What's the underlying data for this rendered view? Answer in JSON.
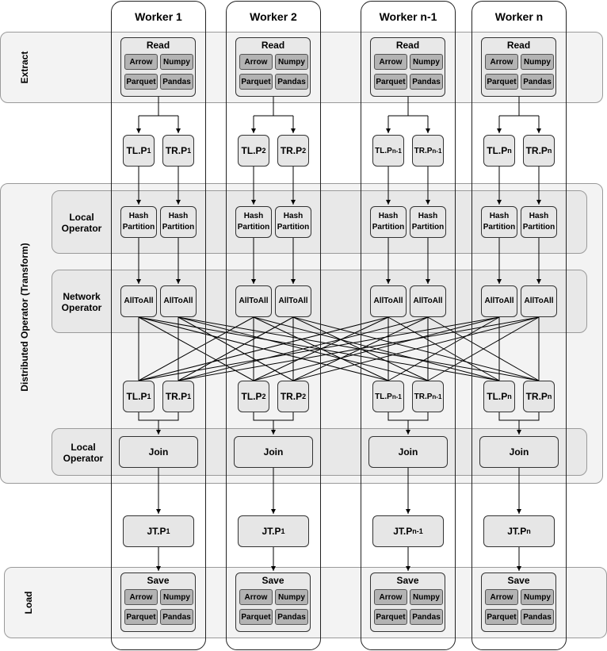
{
  "bands": {
    "extract": "Extract",
    "transform": "Distributed Operator (Transform)",
    "load": "Load",
    "local_operator": "Local Operator",
    "network_operator": "Network Operator",
    "local_operator_join": "Local Operator"
  },
  "workers": [
    {
      "title": "Worker 1",
      "tl": "TL.P",
      "tr": "TR.P",
      "sub": "1",
      "jt": "JT.P",
      "jt_sub": "1"
    },
    {
      "title": "Worker 2",
      "tl": "TL.P",
      "tr": "TR.P",
      "sub": "2",
      "jt": "JT.P",
      "jt_sub": "1"
    },
    {
      "title": "Worker n-1",
      "tl": "TL.P",
      "tr": "TR.P",
      "sub": "n-1",
      "jt": "JT.P",
      "jt_sub": "n-1"
    },
    {
      "title": "Worker n",
      "tl": "TL.P",
      "tr": "TR.P",
      "sub": "n",
      "jt": "JT.P",
      "jt_sub": "n"
    }
  ],
  "read_label": "Read",
  "save_label": "Save",
  "formats": [
    "Arrow",
    "Numpy",
    "Parquet",
    "Pandas"
  ],
  "hash_partition": "Hash Partition",
  "alltoall": "AllToAll",
  "join": "Join"
}
